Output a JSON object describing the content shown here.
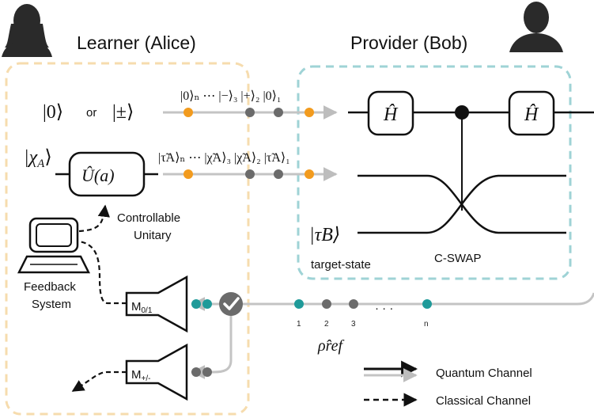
{
  "titles": {
    "learner": "Learner (Alice)",
    "provider": "Provider (Bob)"
  },
  "inputs": {
    "zero_ket": "|0⟩",
    "or_word": "or",
    "pm_ket": "|±⟩",
    "chi_ket": "|χ",
    "chi_sub": "A",
    "chi_close": "⟩"
  },
  "sequences": {
    "top": "|0⟩ₙ ⋯ |−⟩₃ |+⟩₂ |0⟩₁",
    "middle": "|τ̃A⟩ₙ ⋯ |χ̃A⟩₃ |χ̃A⟩₂ |τ̃A⟩₁"
  },
  "gates": {
    "unitary": "Û(a)",
    "hadamard": "Ĥ",
    "measure_01": "M",
    "measure_01_sub": "0/1",
    "measure_pm": "M",
    "measure_pm_sub": "+/-"
  },
  "labels": {
    "controllable_1": "Controllable",
    "controllable_2": "Unitary",
    "feedback_1": "Feedback",
    "feedback_2": "System",
    "target_ket": "|τB⟩",
    "target_state": "target-state",
    "cswap": "C-SWAP",
    "rho_ref": "ρ̂ref"
  },
  "reference_indices": [
    "1",
    "2",
    "3",
    "n"
  ],
  "reference_dots": "· · ·",
  "legend": {
    "quantum": "Quantum Channel",
    "classical": "Classical Channel"
  },
  "colors": {
    "alice_box": "#f6dcae",
    "bob_box": "#9fd3d6",
    "orange_qubit": "#f29b1e",
    "gray_qubit": "#6b6b6b",
    "teal_qubit": "#1f9a99",
    "target_red": "#d42a2a"
  },
  "icons": [
    "woman-silhouette-icon",
    "man-silhouette-icon",
    "computer-icon",
    "checkmark-icon"
  ]
}
